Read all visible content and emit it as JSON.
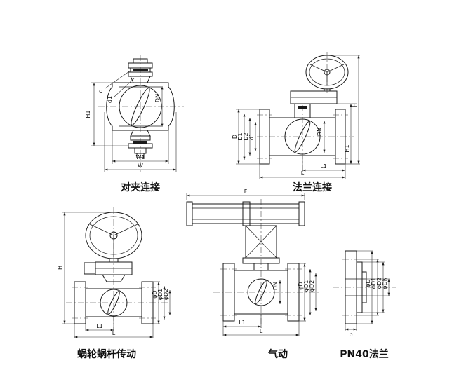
{
  "page": {
    "background": "#ffffff",
    "line_color": "#1a1a1a"
  },
  "figures": [
    {
      "caption": "对夹连接",
      "dims": {
        "d": "d",
        "d1": "d1",
        "dn": "DN",
        "h1": "H1",
        "w1": "W1",
        "w": "W"
      }
    },
    {
      "caption": "法兰连接",
      "dims": {
        "D": "D",
        "D1": "D1",
        "D2": "D2",
        "d1": "d1",
        "dn": "DN",
        "h": "H",
        "h1": "H1",
        "l1": "L1",
        "l": "L"
      }
    },
    {
      "caption": "蜗轮蜗杆传动",
      "dims": {
        "h": "H",
        "phiD": "φD",
        "phiD1": "φD1",
        "phiD2": "φD2",
        "l1": "L1",
        "l": "L"
      }
    },
    {
      "caption": "气动",
      "dims": {
        "f": "F",
        "phiD": "φD",
        "phiD1": "φD1",
        "phiD2": "φD2",
        "dn": "DN",
        "l1": "L1",
        "l": "L"
      }
    },
    {
      "caption": "PN40法兰",
      "dims": {
        "phiD": "φD",
        "phiD1": "φD1",
        "phiD2": "φD2",
        "phiDN": "φDN",
        "b": "b"
      }
    }
  ]
}
